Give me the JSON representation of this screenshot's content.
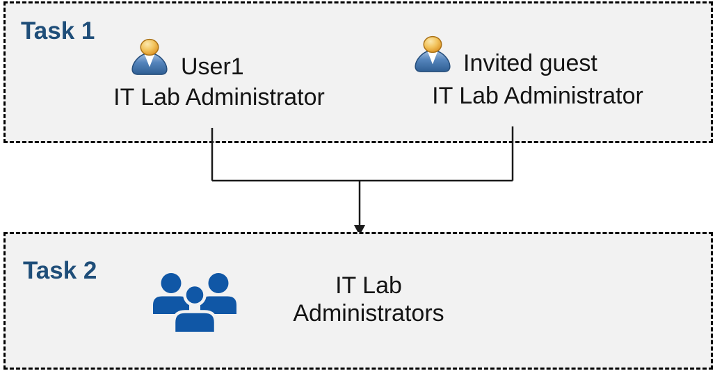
{
  "task1": {
    "label": "Task 1",
    "members": [
      {
        "name": "User1",
        "role": "IT Lab Administrator"
      },
      {
        "name": "Invited guest",
        "role": "IT Lab Administrator"
      }
    ]
  },
  "task2": {
    "label": "Task 2",
    "group": {
      "name_line1": "IT Lab",
      "name_line2": "Administrators"
    }
  },
  "icons": {
    "member_icon": "person-icon",
    "group_icon": "people-group-icon",
    "connector": "merge-arrow-down"
  },
  "colors": {
    "box_fill": "#F2F2F2",
    "box_border": "#000000",
    "task_label": "#1F4E79",
    "body_text": "#141414",
    "connector": "#1A1A1A",
    "group_icon_blue": "#1057A6",
    "person_head_gold": "#E9A93D",
    "person_body_blue": "#3E6FA8"
  }
}
